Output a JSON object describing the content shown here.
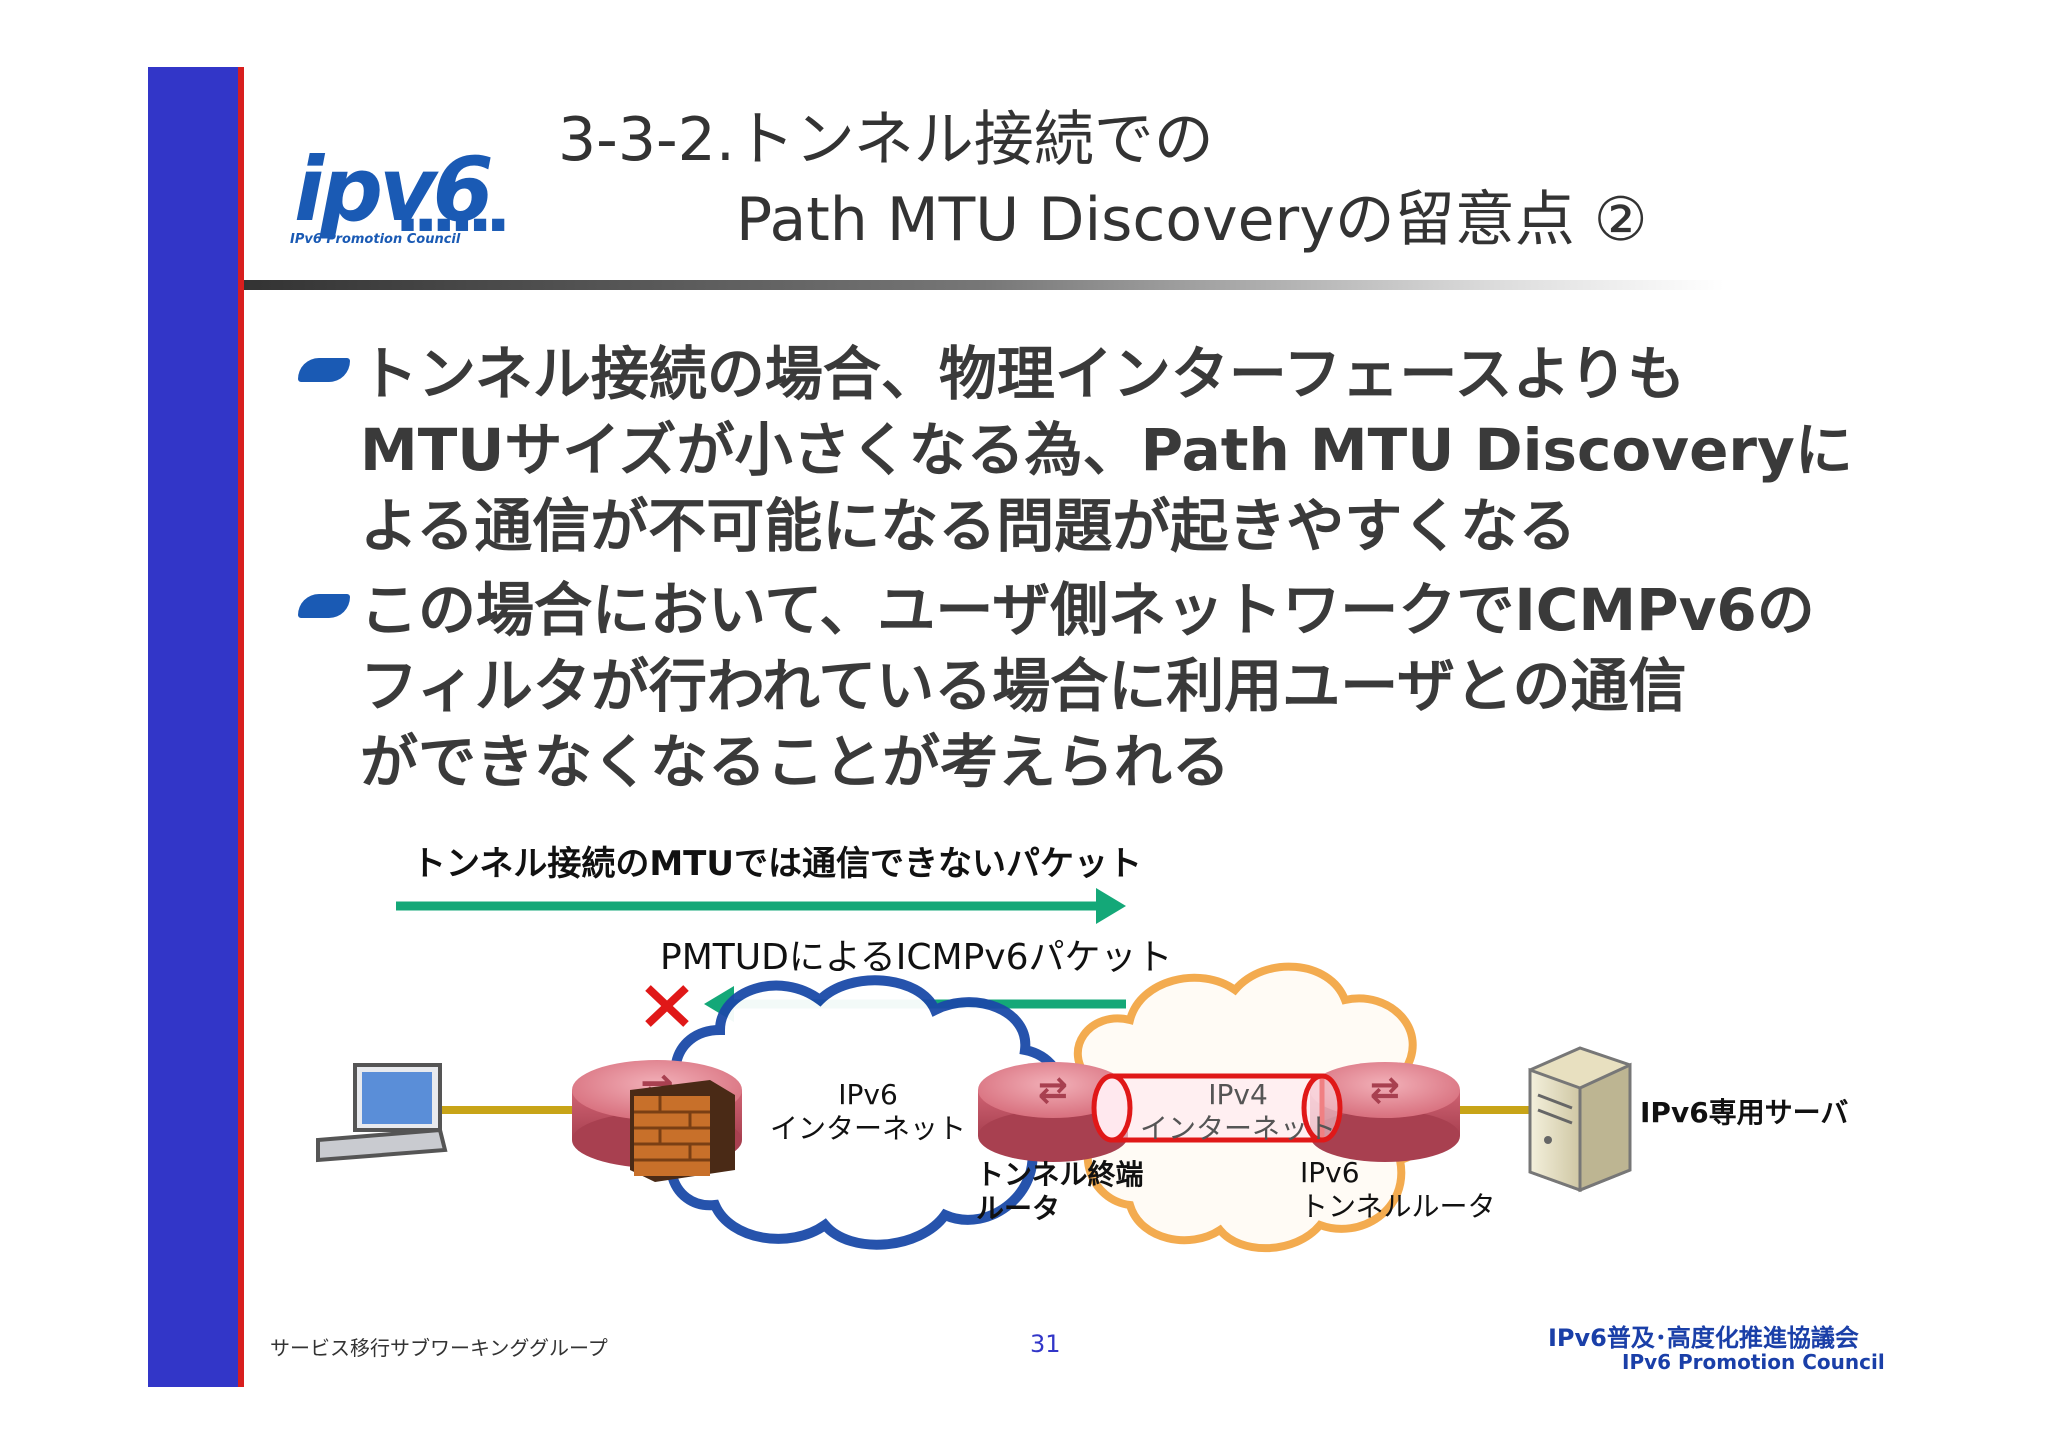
{
  "title": {
    "line1": "3-3-2.トンネル接続での",
    "line2": "Path MTU Discoveryの留意点 ②"
  },
  "logo": {
    "mark": "ipv6",
    "tagline": "IPv6 Promotion Council"
  },
  "bullets": [
    {
      "text": "トンネル接続の場合、物理インターフェースよりも\nMTUサイズが小さくなる為、Path MTU Discoveryに\nよる通信が不可能になる問題が起きやすくなる"
    },
    {
      "text": "この場合において、ユーザ側ネットワークでICMPv6の\nフィルタが行われている場合に利用ユーザとの通信\nができなくなることが考えられる"
    }
  ],
  "diagram": {
    "packet_label": "トンネル接続のMTUでは通信できないパケット",
    "pmtud_label": "PMTUDによるICMPv6パケット",
    "ipv6_cloud": "IPv6\nインターネット",
    "ipv4_cloud": "IPv4\nインターネット",
    "tunnel_end_router": "トンネル終端\nルータ",
    "ipv6_tunnel_router": "IPv6\nトンネルルータ",
    "server": "IPv6専用サーバ"
  },
  "footer": {
    "group": "サービス移行サブワーキンググループ",
    "page": "31",
    "org_ja": "IPv6普及･高度化推進協議会",
    "org_en": "IPv6 Promotion Council"
  },
  "colors": {
    "sidebar": "#3236c8",
    "accent_red": "#d81e1e",
    "arrow_green": "#14a878",
    "logo_blue": "#1a5ab4"
  }
}
